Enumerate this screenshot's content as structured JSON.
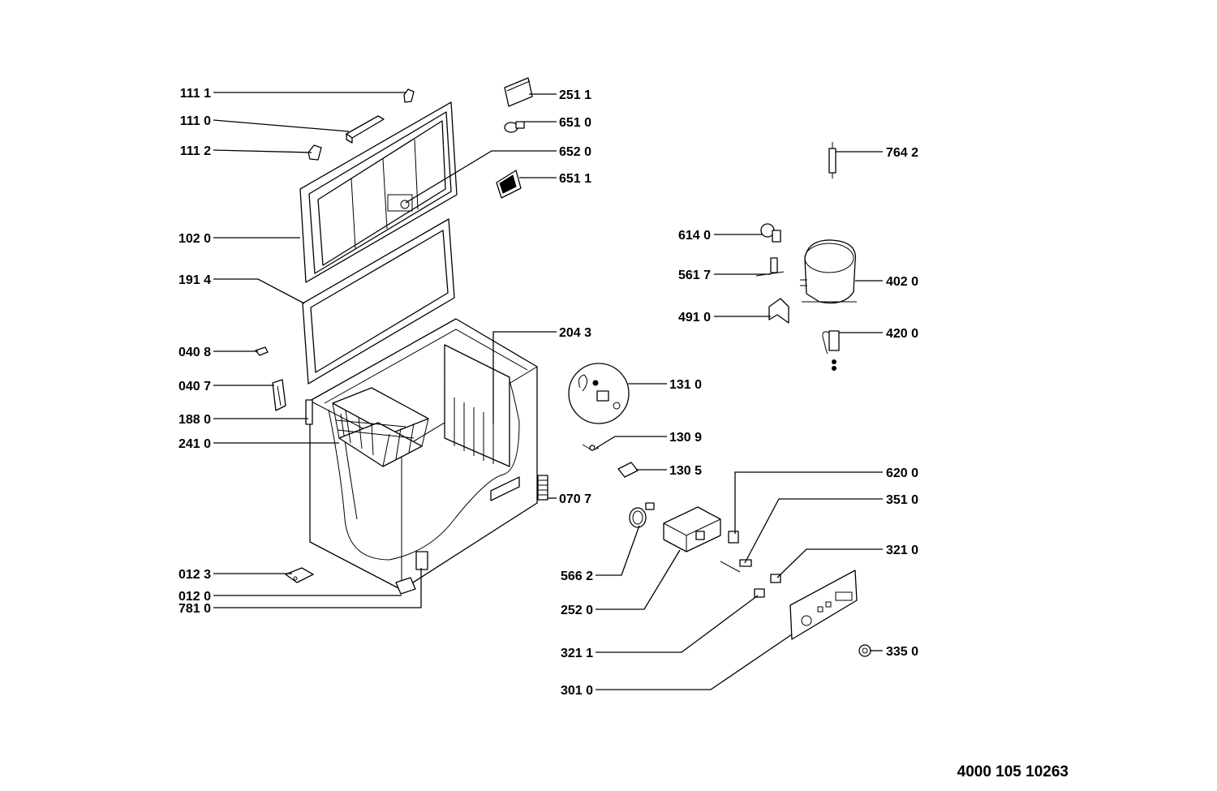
{
  "diagram": {
    "document_number": "4000 105 10263",
    "parts": [
      {
        "id": "p1111",
        "label": "111 1"
      },
      {
        "id": "p1110",
        "label": "111 0"
      },
      {
        "id": "p1112",
        "label": "111 2"
      },
      {
        "id": "p1020",
        "label": "102 0"
      },
      {
        "id": "p1914",
        "label": "191 4"
      },
      {
        "id": "p0408",
        "label": "040 8"
      },
      {
        "id": "p0407",
        "label": "040 7"
      },
      {
        "id": "p1880",
        "label": "188 0"
      },
      {
        "id": "p2410",
        "label": "241 0"
      },
      {
        "id": "p0123",
        "label": "012 3"
      },
      {
        "id": "p0120",
        "label": "012 0"
      },
      {
        "id": "p7810",
        "label": "781 0"
      },
      {
        "id": "p2511",
        "label": "251 1"
      },
      {
        "id": "p6510",
        "label": "651 0"
      },
      {
        "id": "p6520",
        "label": "652 0"
      },
      {
        "id": "p6511",
        "label": "651 1"
      },
      {
        "id": "p2043",
        "label": "204 3"
      },
      {
        "id": "p1310",
        "label": "131 0"
      },
      {
        "id": "p1309",
        "label": "130 9"
      },
      {
        "id": "p1305",
        "label": "130 5"
      },
      {
        "id": "p0707",
        "label": "070 7"
      },
      {
        "id": "p5662",
        "label": "566 2"
      },
      {
        "id": "p2520",
        "label": "252 0"
      },
      {
        "id": "p3211",
        "label": "321 1"
      },
      {
        "id": "p3010",
        "label": "301 0"
      },
      {
        "id": "p7642",
        "label": "764 2"
      },
      {
        "id": "p6140",
        "label": "614 0"
      },
      {
        "id": "p5617",
        "label": "561 7"
      },
      {
        "id": "p4910",
        "label": "491 0"
      },
      {
        "id": "p4020",
        "label": "402 0"
      },
      {
        "id": "p4200",
        "label": "420 0"
      },
      {
        "id": "p6200",
        "label": "620 0"
      },
      {
        "id": "p3510",
        "label": "351 0"
      },
      {
        "id": "p3210",
        "label": "321 0"
      },
      {
        "id": "p3350",
        "label": "335 0"
      }
    ]
  }
}
